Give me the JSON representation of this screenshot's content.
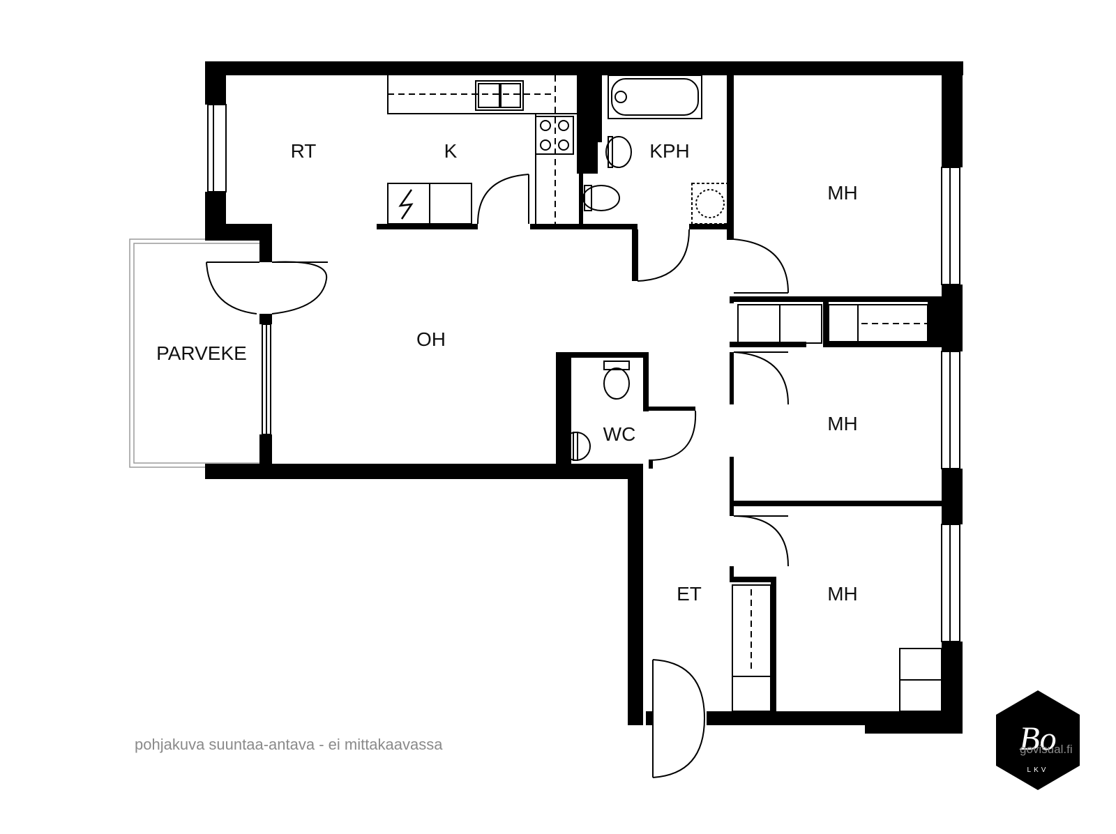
{
  "rooms": {
    "rt": "RT",
    "k": "K",
    "kph": "KPH",
    "mh_top": "MH",
    "parveke": "PARVEKE",
    "oh": "OH",
    "wc": "WC",
    "mh_mid": "MH",
    "et": "ET",
    "mh_bottom": "MH"
  },
  "logo": {
    "mark": "Bo",
    "sub": "LKV"
  },
  "caption": "pohjakuva suuntaa-antava - ei mittakaavassa",
  "credit": "govisual.fi",
  "colors": {
    "wall": "#000000",
    "line": "#000000",
    "balcony": "#9a9a9a",
    "caption": "#8a8a8a",
    "logo_bg": "#000000",
    "logo_fg": "#ffffff"
  }
}
